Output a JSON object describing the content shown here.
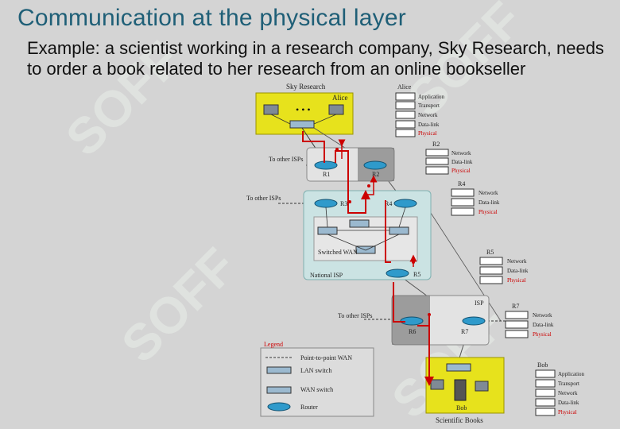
{
  "slide": {
    "title": "Communication at the physical layer",
    "body": "Example: a scientist working in a research company, Sky Research, needs to order a book related to her research from an online bookseller"
  },
  "watermark": {
    "text": "SOFF"
  },
  "diagram": {
    "sky_research": "Sky Research",
    "alice": "Alice",
    "bob": "Bob",
    "scientific_books": "Scientific Books",
    "to_other_isps": "To other ISPs",
    "switched_wan": "Switched WAN",
    "national_isp": "National ISP",
    "isp": "ISP",
    "routers": [
      "R1",
      "R2",
      "R3",
      "R4",
      "R5",
      "R6",
      "R7"
    ],
    "legend": {
      "title": "Legend",
      "items": [
        "Point-to-point WAN",
        "LAN switch",
        "WAN switch",
        "Router"
      ]
    },
    "stack_full": [
      "Application",
      "Transport",
      "Network",
      "Data-link",
      "Physical"
    ],
    "stack_router": [
      "Network",
      "Data-link",
      "Physical"
    ],
    "highlight_color": "#cc0000",
    "lan_color": "#e7e21c",
    "router_color": "#2f9acb"
  }
}
